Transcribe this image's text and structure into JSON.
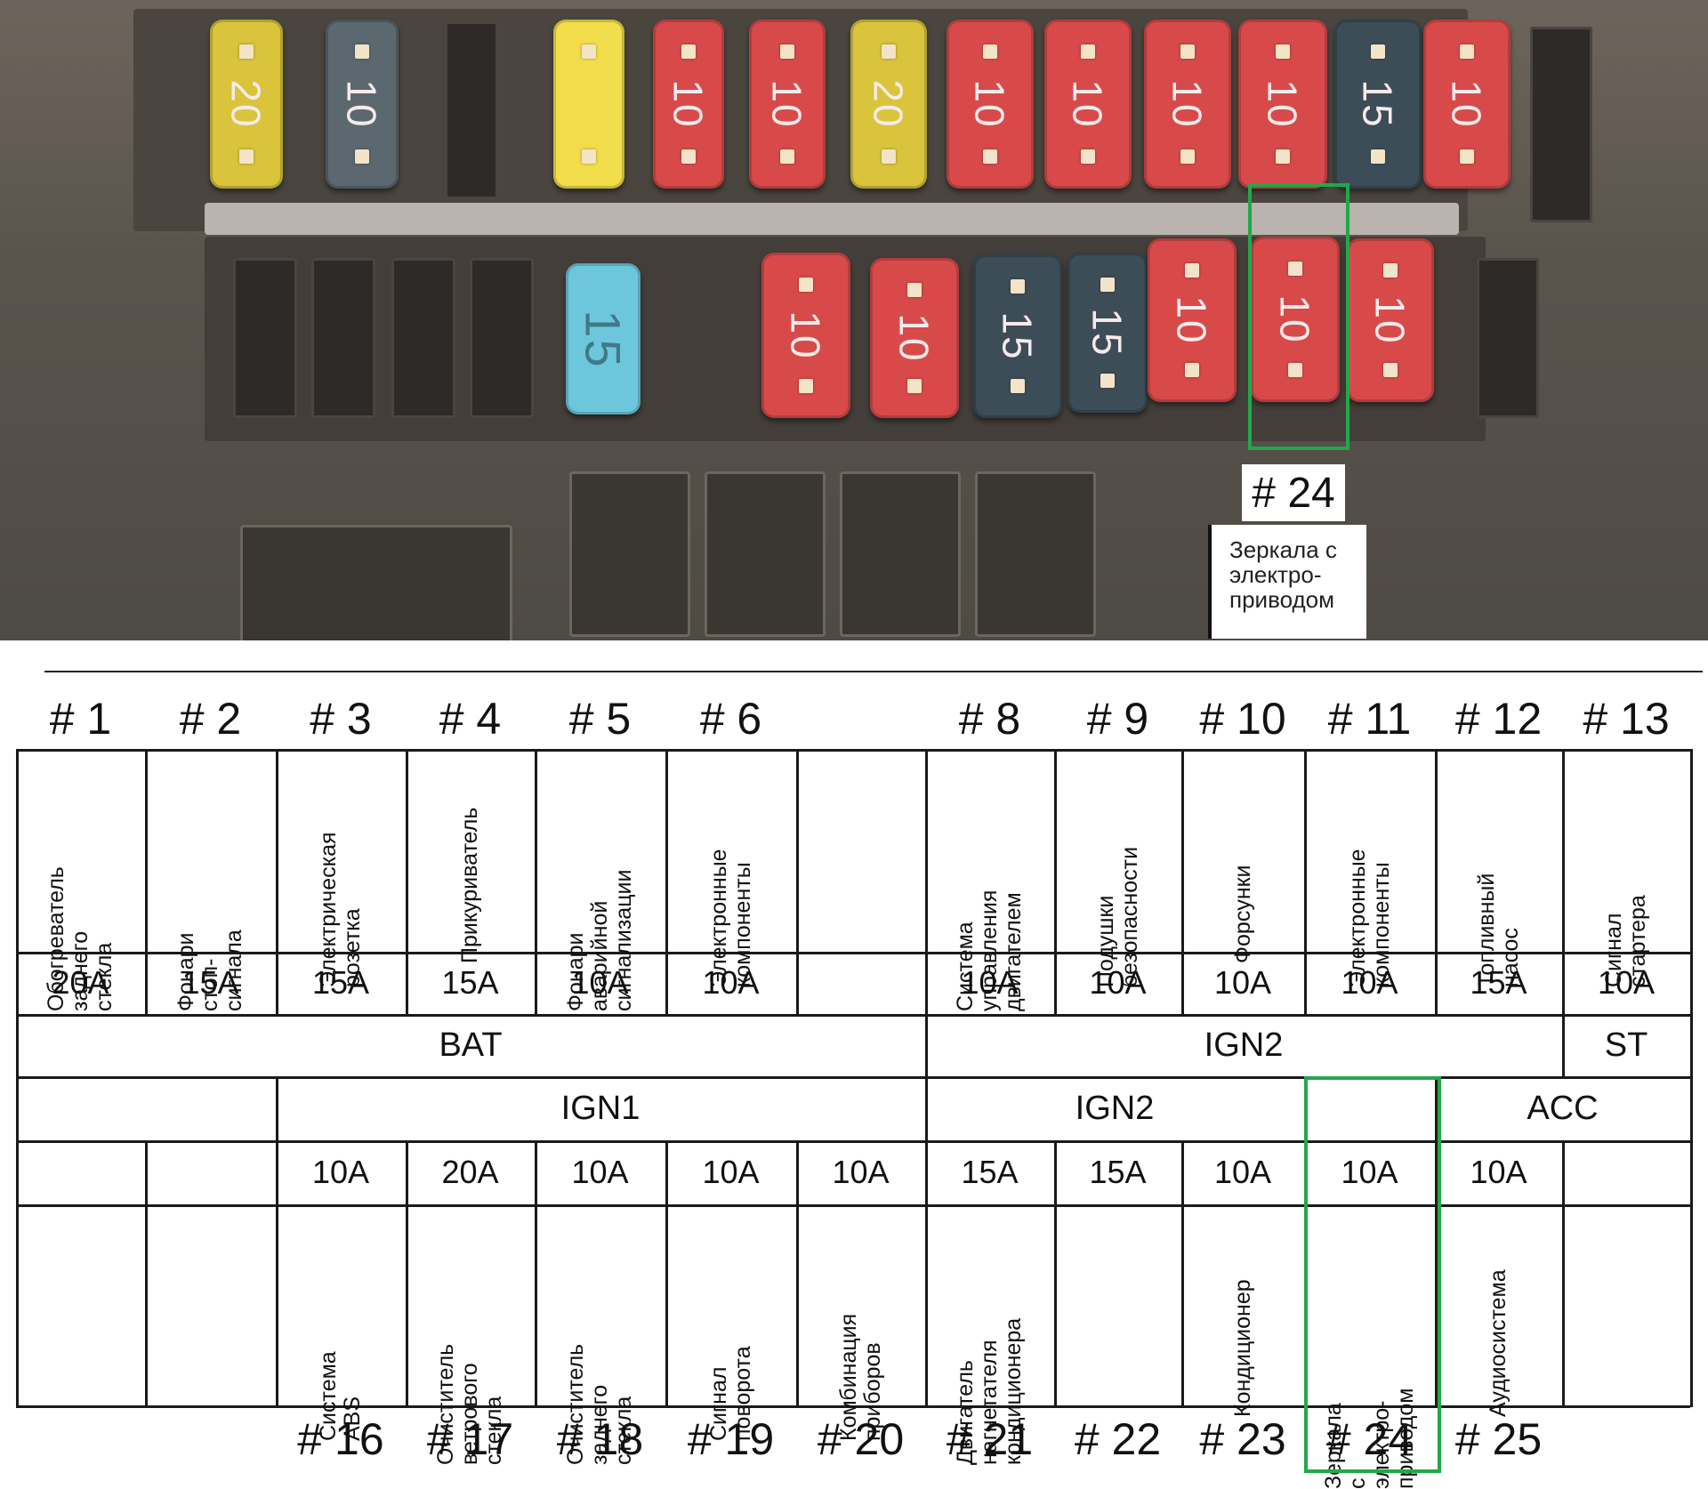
{
  "photo": {
    "top_row_fuses": [
      {
        "rating": "20",
        "color": "#d9c43b"
      },
      {
        "rating": "10",
        "color": "#5b6870"
      },
      {
        "rating": "",
        "color": "#f2dd4a"
      },
      {
        "rating": "10",
        "color": "#d84a4a"
      },
      {
        "rating": "10",
        "color": "#d84a4a"
      },
      {
        "rating": "20",
        "color": "#d9c43b"
      },
      {
        "rating": "10",
        "color": "#d84a4a"
      },
      {
        "rating": "10",
        "color": "#d84a4a"
      },
      {
        "rating": "10",
        "color": "#d84a4a"
      },
      {
        "rating": "10",
        "color": "#d84a4a"
      },
      {
        "rating": "15",
        "color": "#3c4d58"
      },
      {
        "rating": "10",
        "color": "#d84a4a"
      }
    ],
    "bottom_row_fuses": [
      {
        "rating": "15",
        "color": "#6cc7dd",
        "maxi": true
      },
      {
        "rating": "10",
        "color": "#d84a4a"
      },
      {
        "rating": "10",
        "color": "#d84a4a"
      },
      {
        "rating": "15",
        "color": "#3c4d58"
      },
      {
        "rating": "15",
        "color": "#3c4d58"
      },
      {
        "rating": "10",
        "color": "#d84a4a"
      },
      {
        "rating": "10",
        "color": "#d84a4a"
      },
      {
        "rating": "10",
        "color": "#d84a4a"
      }
    ],
    "fuse_tag": "# 24",
    "callout": "Зеркала с\nэлектро-\nприводом",
    "highlight_color": "#22a84a"
  },
  "table": {
    "top_labels": [
      "# 1",
      "# 2",
      "# 3",
      "# 4",
      "# 5",
      "# 6",
      "",
      "# 8",
      "# 9",
      "# 10",
      "# 11",
      "# 12",
      "# 13"
    ],
    "top_desc": [
      "Обогреватель\nзаднего стекла",
      "Фонари\nстоп-сигнала",
      "Электрическая\nрозетка",
      "Прикуриватель",
      "Фонари\nаварийной\nсигнализации",
      "Электронные\nкомпоненты",
      "",
      "Система\nуправления\nдвигателем",
      "Подушки\nбезопасности",
      "Форсунки",
      "Электронные\nкомпоненты",
      "Топливный\nнасос",
      "Сигнал\nстартера"
    ],
    "top_amps": [
      "20A",
      "15A",
      "15A",
      "15A",
      "10A",
      "10A",
      "",
      "10A",
      "10A",
      "10A",
      "10A",
      "15A",
      "10A"
    ],
    "band_row1": [
      {
        "label": "BAT",
        "from": 0,
        "to": 7
      },
      {
        "label": "IGN2",
        "from": 7,
        "to": 12
      },
      {
        "label": "ST",
        "from": 12,
        "to": 13
      }
    ],
    "band_row2": [
      {
        "label": "",
        "from": 0,
        "to": 2
      },
      {
        "label": "IGN1",
        "from": 2,
        "to": 7
      },
      {
        "label": "IGN2",
        "from": 7,
        "to": 10
      },
      {
        "label": "",
        "from": 10,
        "to": 11
      },
      {
        "label": "ACC",
        "from": 11,
        "to": 13
      }
    ],
    "bottom_amps": [
      "",
      "",
      "10A",
      "20A",
      "10A",
      "10A",
      "10A",
      "15A",
      "15A",
      "10A",
      "10A",
      "10A",
      ""
    ],
    "bottom_desc": [
      "",
      "",
      "Система ABS",
      "Очиститель\nветрового\nстекла",
      "Очиститель\nзаднего стекла",
      "Сигнал\nповорота",
      "Комбинация\nприборов",
      "Двигатель\nнагнетателя\nкондиционера",
      "",
      "Кондиционер",
      "Зеркала с\nэлектро-\nприводом",
      "Аудиосистема",
      ""
    ],
    "bottom_labels": [
      "",
      "",
      "# 16",
      "# 17",
      "# 18",
      "# 19",
      "# 20",
      "# 21",
      "# 22",
      "# 23",
      "# 24",
      "# 25",
      ""
    ]
  }
}
